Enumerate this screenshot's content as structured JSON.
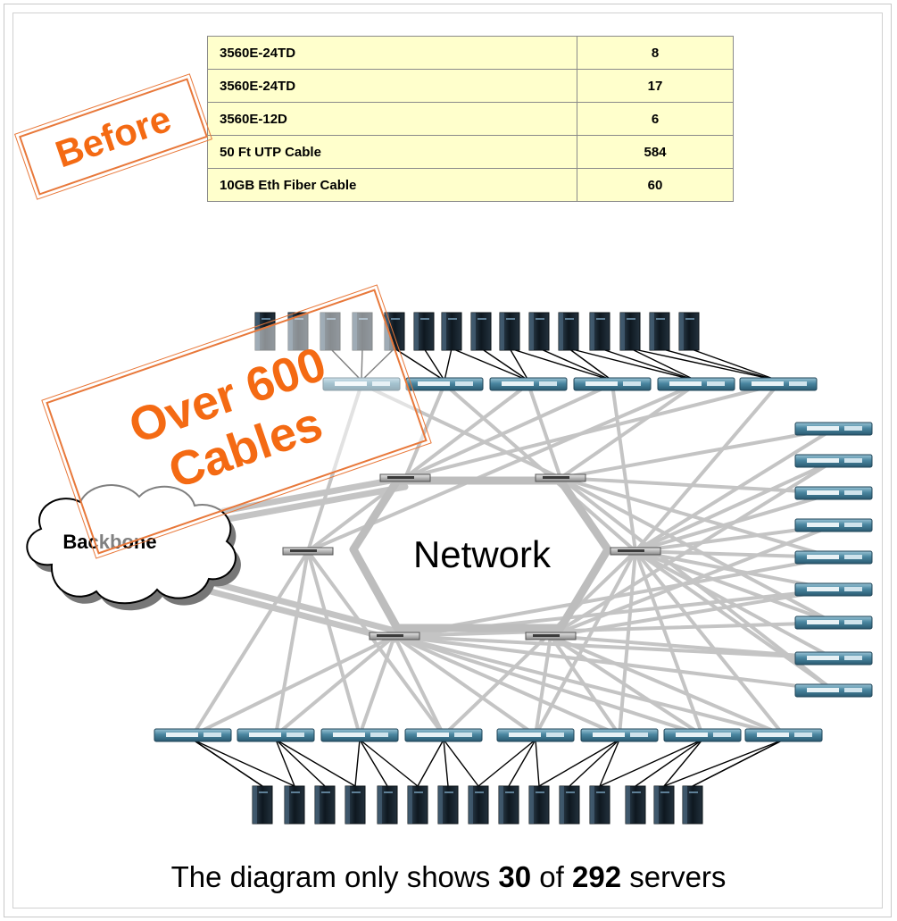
{
  "table": {
    "rows": [
      {
        "item": "3560E-24TD",
        "qty": "8"
      },
      {
        "item": "3560E-24TD",
        "qty": "17"
      },
      {
        "item": "3560E-12D",
        "qty": "6"
      },
      {
        "item": "50 Ft UTP Cable",
        "qty": "584"
      },
      {
        "item": "10GB Eth Fiber Cable",
        "qty": "60"
      }
    ]
  },
  "stamps": {
    "before": "Before",
    "cables_line1": "Over 600",
    "cables_line2": "Cables"
  },
  "diagram": {
    "backbone_label": "Backbone",
    "network_label": "Network"
  },
  "caption": {
    "prefix": "The diagram only shows ",
    "shown": "30",
    "middle": " of ",
    "total": "292",
    "suffix": " servers"
  },
  "colors": {
    "stamp": "#f46a13",
    "table_bg": "#ffffcc",
    "links": "#c4c4c4",
    "switch": "#3d7791",
    "server": "#16222c"
  },
  "icons": [
    "server-icon",
    "switch-icon",
    "cloud-icon"
  ]
}
